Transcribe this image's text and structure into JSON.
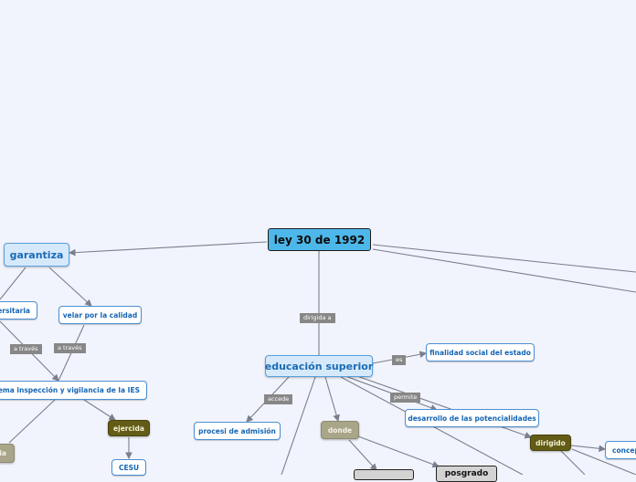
{
  "map": {
    "root": "ley 30 de 1992",
    "garantiza": "garantiza",
    "universitaria": "ersitaria",
    "velar": "velar por la calidad",
    "inspeccion": "prema inspección y vigilancia de la IES",
    "khaki_left": "ia",
    "ejercida": "ejercida",
    "cesu": "CESU",
    "educacion": "educación superior",
    "finalidad": "finalidad social del estado",
    "admision": "procesi de admisión",
    "desarrollo": "desarrollo de las potencialidades",
    "donde": "donde",
    "dirigido": "dirigido",
    "concep": "concep",
    "posgrado": "posgrado"
  },
  "links": {
    "a_traves_1": "a través",
    "a_traves_2": "a través",
    "dirigida_a": "dirigida a",
    "es": "es",
    "accede": "accede",
    "permite": "permite"
  },
  "colors": {
    "background": "#f2f4fd",
    "root": "#4db7ea",
    "main_topic": "#d6e9fb",
    "subtopic_border": "#4c8fd1",
    "khaki": "#a9a589",
    "olive": "#625c17",
    "connector": "#7a7f8c"
  }
}
